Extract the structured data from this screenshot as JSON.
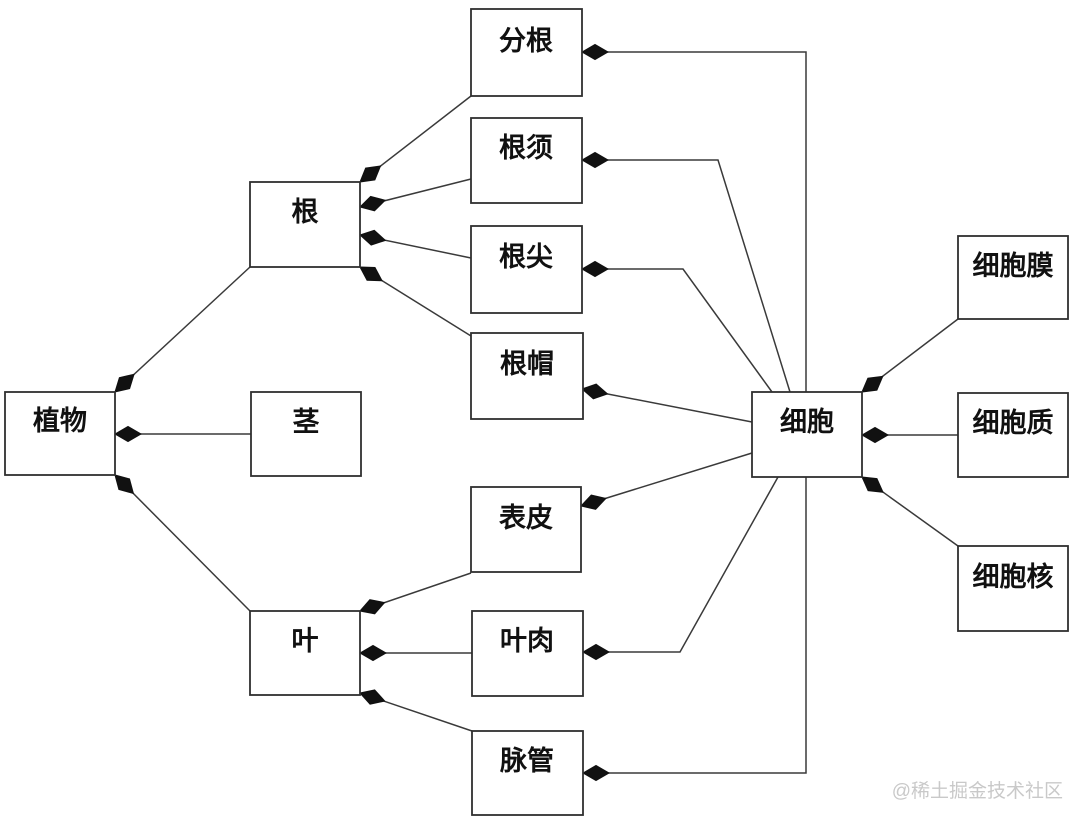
{
  "diagram": {
    "kind": "uml-composition-diagram",
    "topic": "plant-structure"
  },
  "nodes": {
    "zhiwu": {
      "label": "植物"
    },
    "gen": {
      "label": "根"
    },
    "jing": {
      "label": "茎"
    },
    "ye": {
      "label": "叶"
    },
    "fengen": {
      "label": "分根"
    },
    "genxu": {
      "label": "根须"
    },
    "genjian": {
      "label": "根尖"
    },
    "genmao": {
      "label": "根帽"
    },
    "biaopi": {
      "label": "表皮"
    },
    "yerou": {
      "label": "叶肉"
    },
    "maiguan": {
      "label": "脉管"
    },
    "xibao": {
      "label": "细胞"
    },
    "xibaomo": {
      "label": "细胞膜"
    },
    "xibaozhi": {
      "label": "细胞质"
    },
    "xibaohe": {
      "label": "细胞核"
    }
  },
  "edges": [
    {
      "from": "zhiwu",
      "to": "gen",
      "relation": "composition"
    },
    {
      "from": "zhiwu",
      "to": "jing",
      "relation": "composition"
    },
    {
      "from": "zhiwu",
      "to": "ye",
      "relation": "composition"
    },
    {
      "from": "gen",
      "to": "fengen",
      "relation": "composition"
    },
    {
      "from": "gen",
      "to": "genxu",
      "relation": "composition"
    },
    {
      "from": "gen",
      "to": "genjian",
      "relation": "composition"
    },
    {
      "from": "gen",
      "to": "genmao",
      "relation": "composition"
    },
    {
      "from": "ye",
      "to": "biaopi",
      "relation": "composition"
    },
    {
      "from": "ye",
      "to": "yerou",
      "relation": "composition"
    },
    {
      "from": "ye",
      "to": "maiguan",
      "relation": "composition"
    },
    {
      "from": "fengen",
      "to": "xibao",
      "relation": "composition"
    },
    {
      "from": "genxu",
      "to": "xibao",
      "relation": "composition"
    },
    {
      "from": "genjian",
      "to": "xibao",
      "relation": "composition"
    },
    {
      "from": "genmao",
      "to": "xibao",
      "relation": "composition"
    },
    {
      "from": "biaopi",
      "to": "xibao",
      "relation": "composition"
    },
    {
      "from": "yerou",
      "to": "xibao",
      "relation": "composition"
    },
    {
      "from": "maiguan",
      "to": "xibao",
      "relation": "composition"
    },
    {
      "from": "xibao",
      "to": "xibaomo",
      "relation": "composition"
    },
    {
      "from": "xibao",
      "to": "xibaozhi",
      "relation": "composition"
    },
    {
      "from": "xibao",
      "to": "xibaohe",
      "relation": "composition"
    }
  ],
  "watermark": {
    "text": "@稀土掘金技术社区"
  },
  "colors": {
    "background": "#ffffff",
    "box_fill": "#ffffff",
    "stroke": "#2f2f2f",
    "diamond": "#111111",
    "watermark": "#c9c9c9"
  }
}
